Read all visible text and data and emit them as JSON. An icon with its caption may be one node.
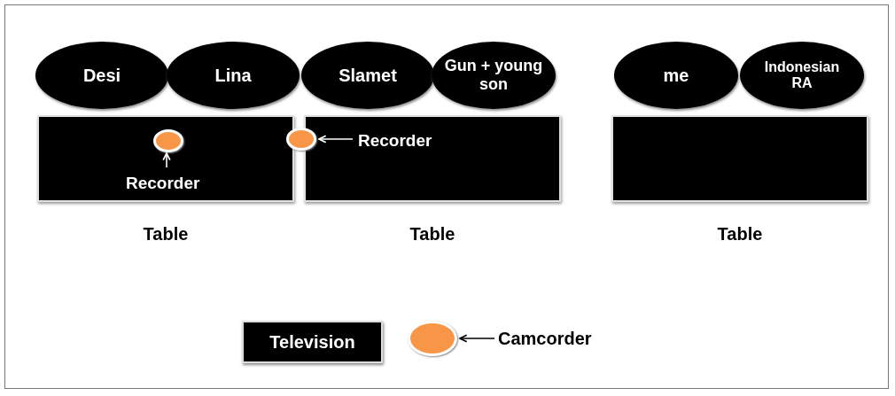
{
  "diagram": {
    "nodes": [
      {
        "text": [
          "Desi"
        ]
      },
      {
        "text": [
          "Lina"
        ]
      },
      {
        "text": [
          "Slamet"
        ]
      },
      {
        "text": [
          "Gun + young son"
        ]
      },
      {
        "text": [
          "me"
        ]
      },
      {
        "text": [
          "Indonesian RA"
        ]
      },
      {
        "text": [],
        "shape": "box",
        "beside": [
          "Table"
        ]
      },
      {
        "text": [],
        "shape": "circle",
        "in": 6
      },
      {
        "text": [
          "Recorder"
        ],
        "in": 6
      },
      {
        "text": [],
        "shape": "box",
        "beside": [
          "Table"
        ]
      },
      {
        "text": [],
        "shape": "circle"
      },
      {
        "text": [
          "Recorder"
        ],
        "in": 9
      },
      {
        "text": [],
        "shape": "box",
        "beside": [
          "Table"
        ]
      },
      {
        "text": [
          "Television"
        ]
      },
      {
        "text": [],
        "shape": "circle"
      },
      {
        "text": [
          "Camcorder"
        ]
      }
    ],
    "edges": [
      {
        "from": 8,
        "to": 7,
        "arrow": "to"
      },
      {
        "from": 11,
        "to": 10,
        "arrow": "to"
      },
      {
        "from": 15,
        "to": 14,
        "arrow": "to",
        "color": "#000000"
      }
    ]
  }
}
